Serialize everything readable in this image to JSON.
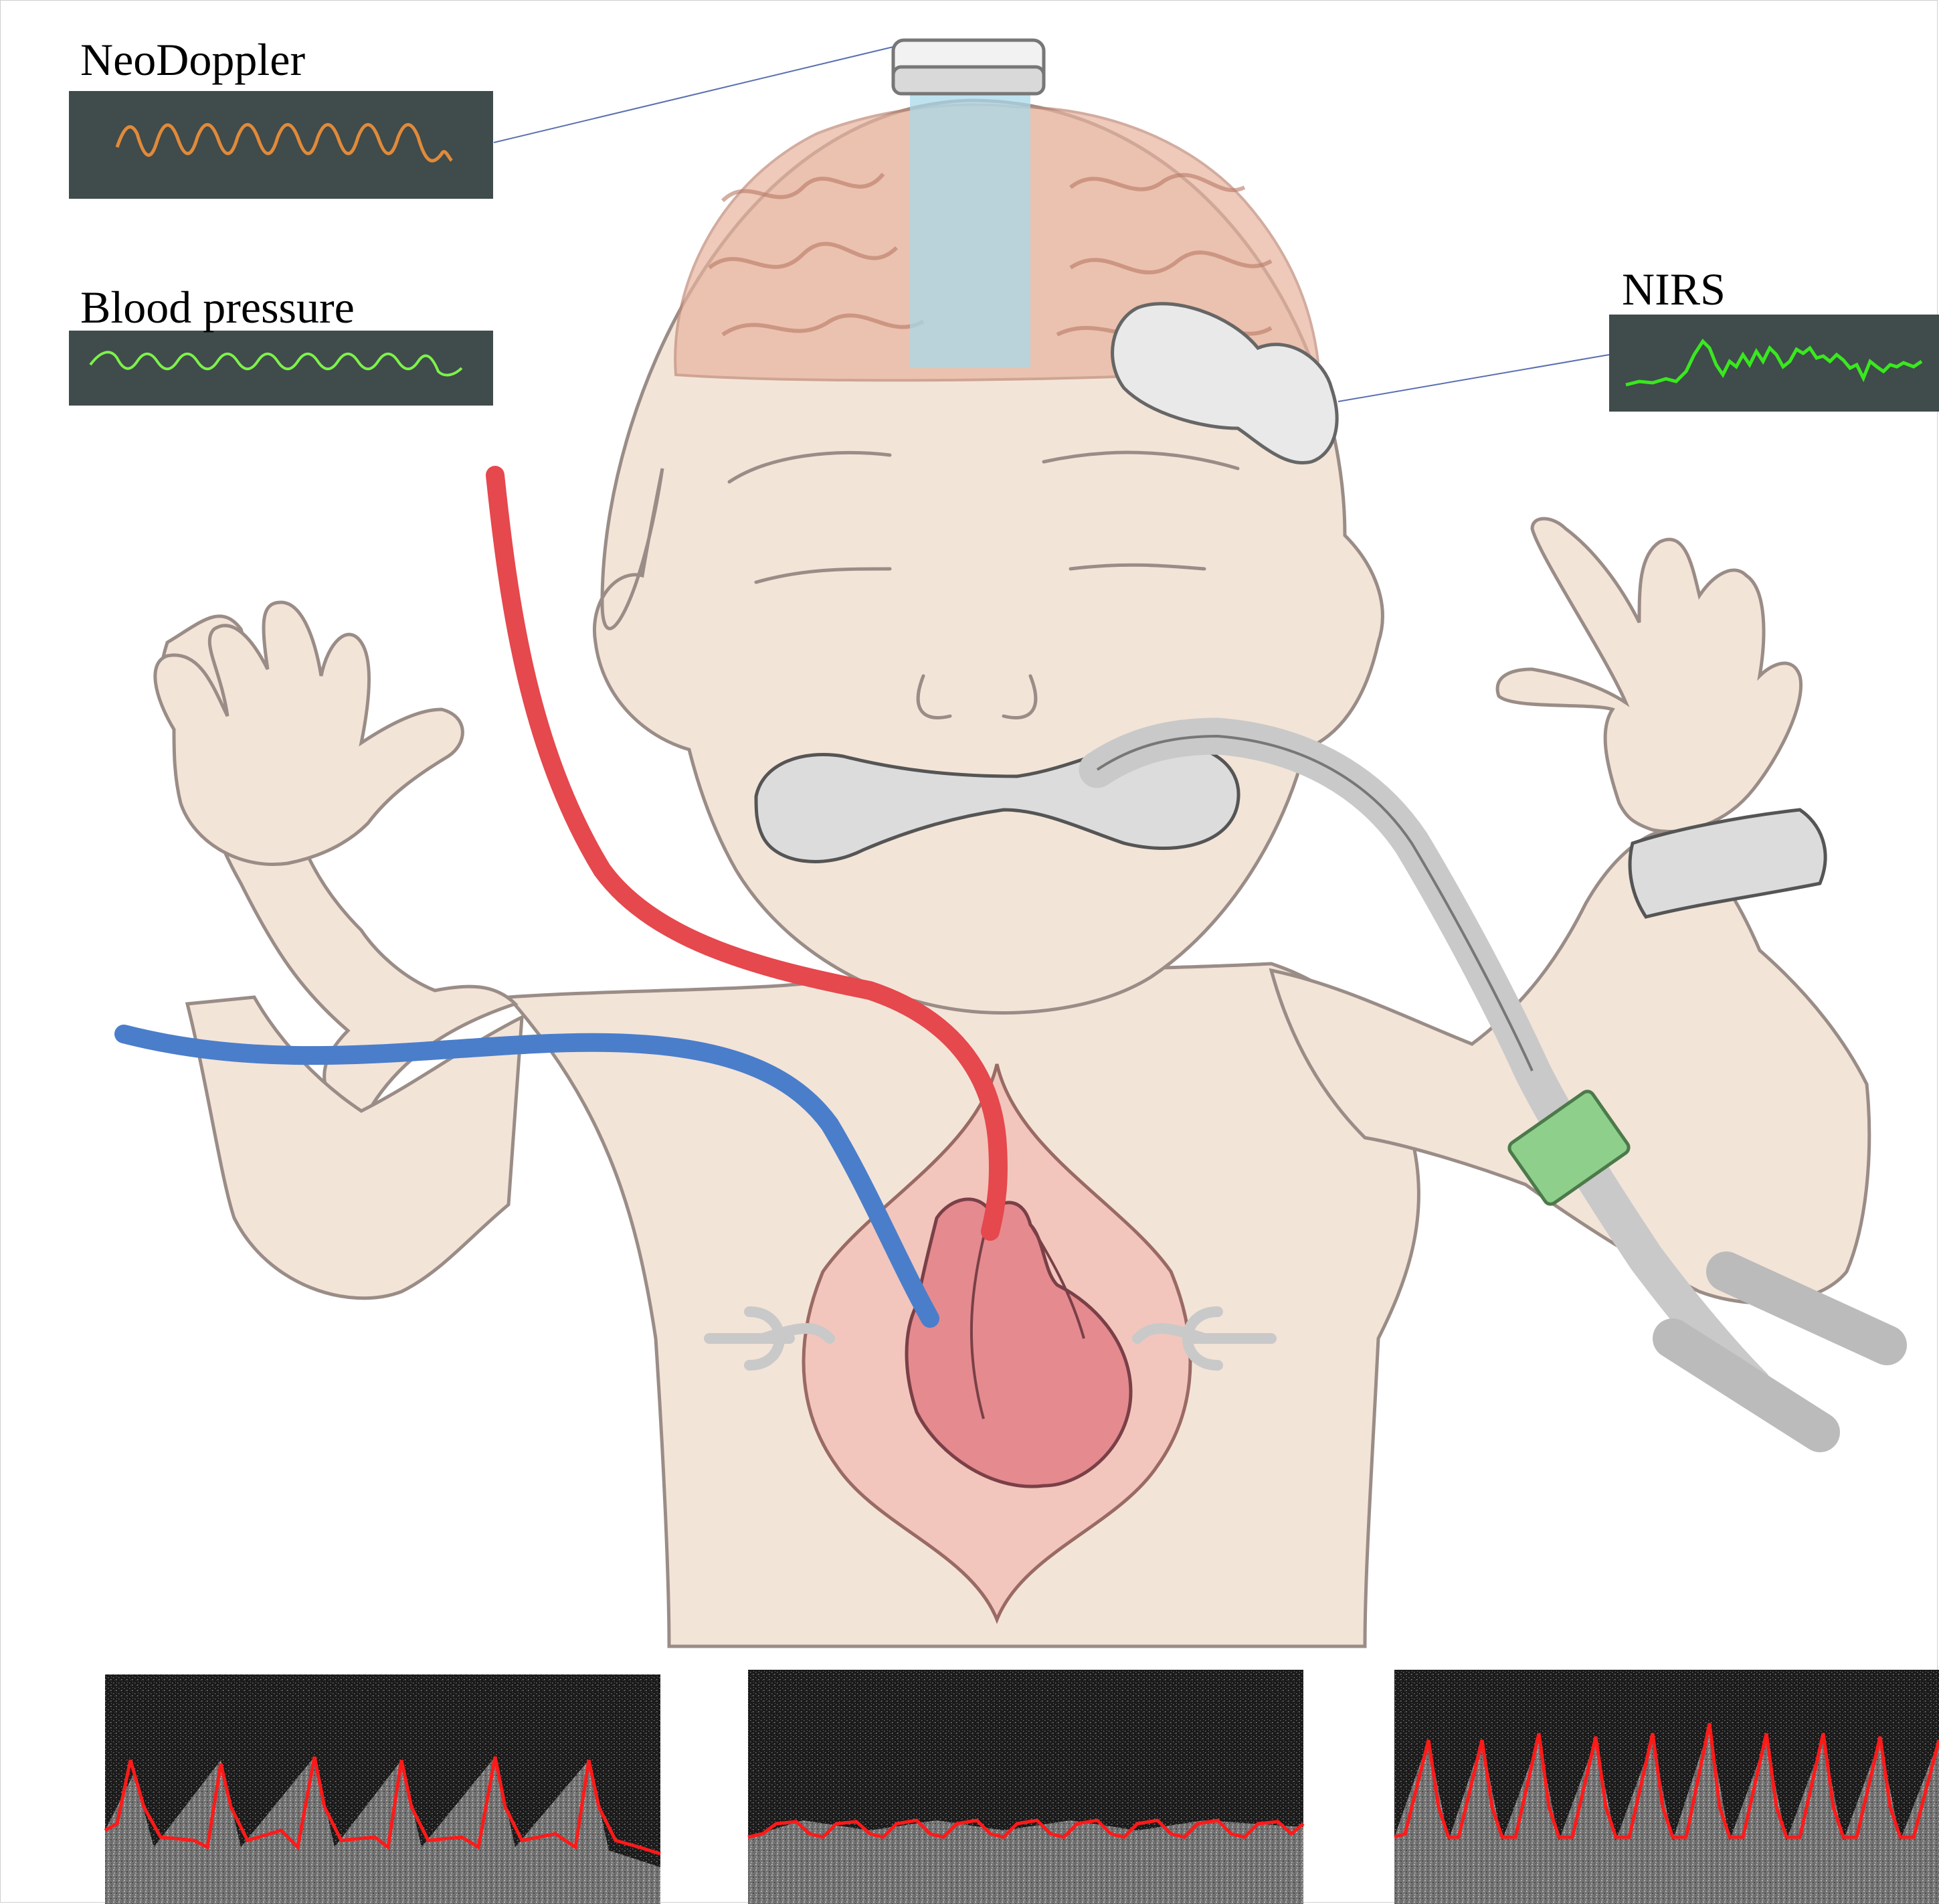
{
  "labels": {
    "neodoppler": "NeoDoppler",
    "blood_pressure": "Blood pressure",
    "nirs": "NIRS"
  },
  "colors": {
    "panel_bg": "#404b4b",
    "neodoppler_trace": "#e08a3a",
    "blood_pressure_trace": "#7cf24a",
    "nirs_trace": "#39e81f",
    "skin": "#f3e4d8",
    "skin_outline": "#9a8c86",
    "brain": "#e9b59f",
    "arterial_line": "#e5484d",
    "venous_line": "#4a7ecb",
    "heart": "#e58a8f",
    "tube_connector": "#8fcf8c",
    "doppler_trace": "#ff1a1a"
  },
  "icons": [
    "neodoppler-probe-icon",
    "nirs-sensor-icon",
    "heart-icon",
    "ecg-electrode-icon",
    "endotracheal-tube-icon",
    "saturation-probe-icon"
  ]
}
